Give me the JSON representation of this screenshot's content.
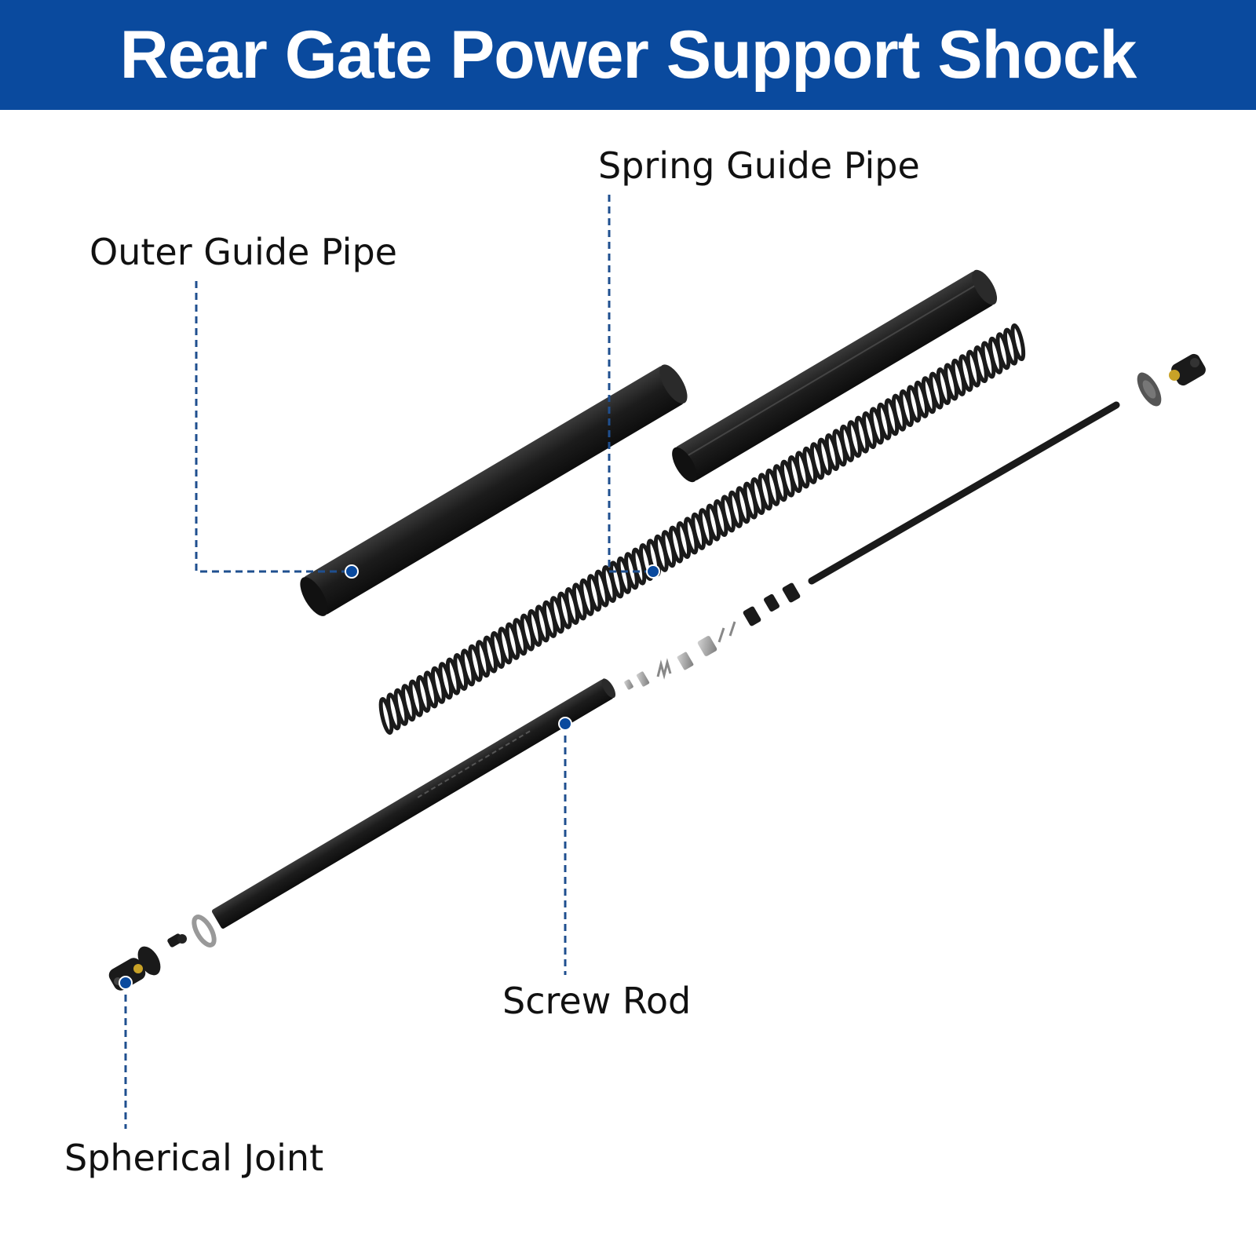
{
  "header": {
    "title": "Rear Gate Power Support Shock",
    "background": "#0a4a9e",
    "text_color": "#ffffff"
  },
  "labels": {
    "outer_guide_pipe": "Outer Guide Pipe",
    "spring_guide_pipe": "Spring Guide Pipe",
    "screw_rod": "Screw Rod",
    "spherical_joint": "Spherical Joint"
  },
  "colors": {
    "leader_line": "#1f4f8f",
    "marker_dot": "#0a4a9e",
    "part_black": "#1a1a1a",
    "part_metal": "#9a9a9a",
    "part_brass": "#c9a227"
  }
}
